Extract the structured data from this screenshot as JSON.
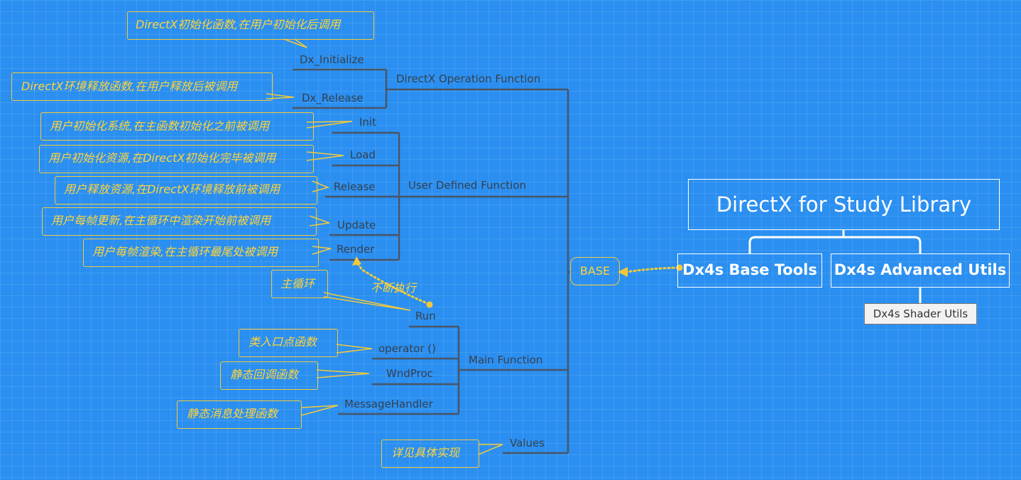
{
  "title": "DirectX for Study Library",
  "libraries": {
    "base_tools": "Dx4s Base Tools",
    "advanced_utils": "Dx4s Advanced Utils",
    "shader_utils": "Dx4s Shader Utils"
  },
  "base": "BASE",
  "groups": {
    "directx_op": "DirectX Operation Function",
    "user_defined": "User Defined Function",
    "main_function": "Main Function",
    "values": "Values"
  },
  "functions": {
    "dx_initialize": "Dx_Initialize",
    "dx_release": "Dx_Release",
    "init": "Init",
    "load": "Load",
    "release": "Release",
    "update": "Update",
    "render": "Render",
    "run": "Run",
    "operator": "operator ()",
    "wndproc": "WndProc",
    "message_handler": "MessageHandler"
  },
  "notes": {
    "dx_initialize": "DirectX初始化函数,在用户初始化后调用",
    "dx_release": "DirectX环境释放函数,在用户释放后被调用",
    "init": "用户初始化系统,在主函数初始化之前被调用",
    "load": "用户初始化资源,在DirectX初始化完毕被调用",
    "release": "用户释放资源,在DirectX环境释放前被调用",
    "update": "用户每帧更新,在主循环中渲染开始前被调用",
    "render": "用户每帧渲染,在主循环最尾处被调用",
    "run": "主循环",
    "loop": "不断执行",
    "operator": "类入口点函数",
    "wndproc": "静态回调函数",
    "message_handler": "静态消息处理函数",
    "values": "详见具体实现"
  },
  "colors": {
    "background": "#2a8ff0",
    "line": "#4a5566",
    "accent": "#f3c93a",
    "white": "#ffffff"
  }
}
